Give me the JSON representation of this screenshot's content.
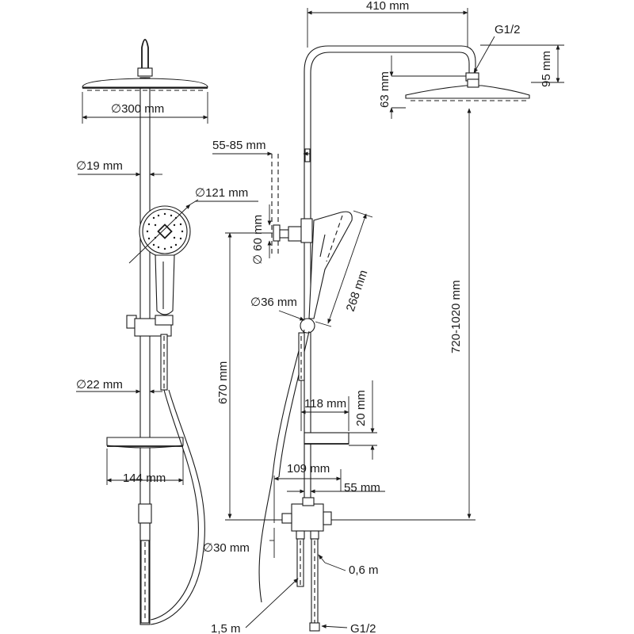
{
  "labels": {
    "head_diameter": "∅300 mm",
    "rail_diameter": "∅19 mm",
    "hand_shower_diameter": "∅121 mm",
    "lower_rail_diameter": "∅22 mm",
    "shelf_width": "144 mm",
    "arm_reach": "410 mm",
    "thread_top": "G1/2",
    "head_drop": "95 mm",
    "head_height": "63 mm",
    "slider_offset": "55-85 mm",
    "holder_diameter": "∅ 60 mm",
    "hand_shower_length": "268 mm",
    "diverter_diameter": "∅36 mm",
    "outlet_height": "670 mm",
    "total_height": "720-1020 mm",
    "shelf_depth": "118 mm",
    "shelf_height": "20 mm",
    "mixer_width": "109 mm",
    "mixer_offset": "55 mm",
    "pipe_diameter": "∅30 mm",
    "hose_short": "0,6 m",
    "hose_long": "1,5 m",
    "thread_bottom": "G1/2"
  }
}
